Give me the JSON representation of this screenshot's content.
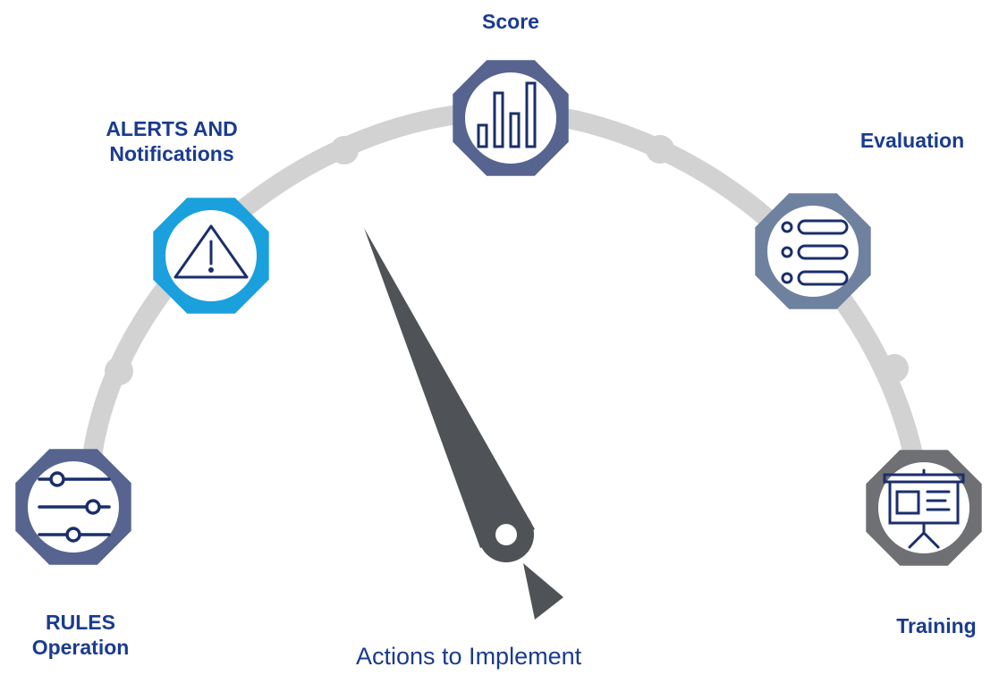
{
  "colors": {
    "text": "#1a3b8f",
    "track": "#d2d2d2",
    "needle": "#4f5256",
    "icon": "#1a2e6b",
    "node_default": "#56648f",
    "node_alerts": "#1aa0dc",
    "node_evaluation": "#6e819f",
    "node_training": "#6f7073"
  },
  "nodes": [
    {
      "id": "rules",
      "label_lines": [
        "RULES",
        "Operation"
      ],
      "icon": "sliders-icon"
    },
    {
      "id": "alerts",
      "label_lines": [
        "ALERTS AND",
        "Notifications"
      ],
      "icon": "warning-icon"
    },
    {
      "id": "score",
      "label_lines": [
        "Score"
      ],
      "icon": "bar-chart-icon"
    },
    {
      "id": "evaluation",
      "label_lines": [
        "Evaluation"
      ],
      "icon": "list-icon"
    },
    {
      "id": "training",
      "label_lines": [
        "Training"
      ],
      "icon": "presentation-icon"
    }
  ],
  "caption": "Actions to Implement"
}
